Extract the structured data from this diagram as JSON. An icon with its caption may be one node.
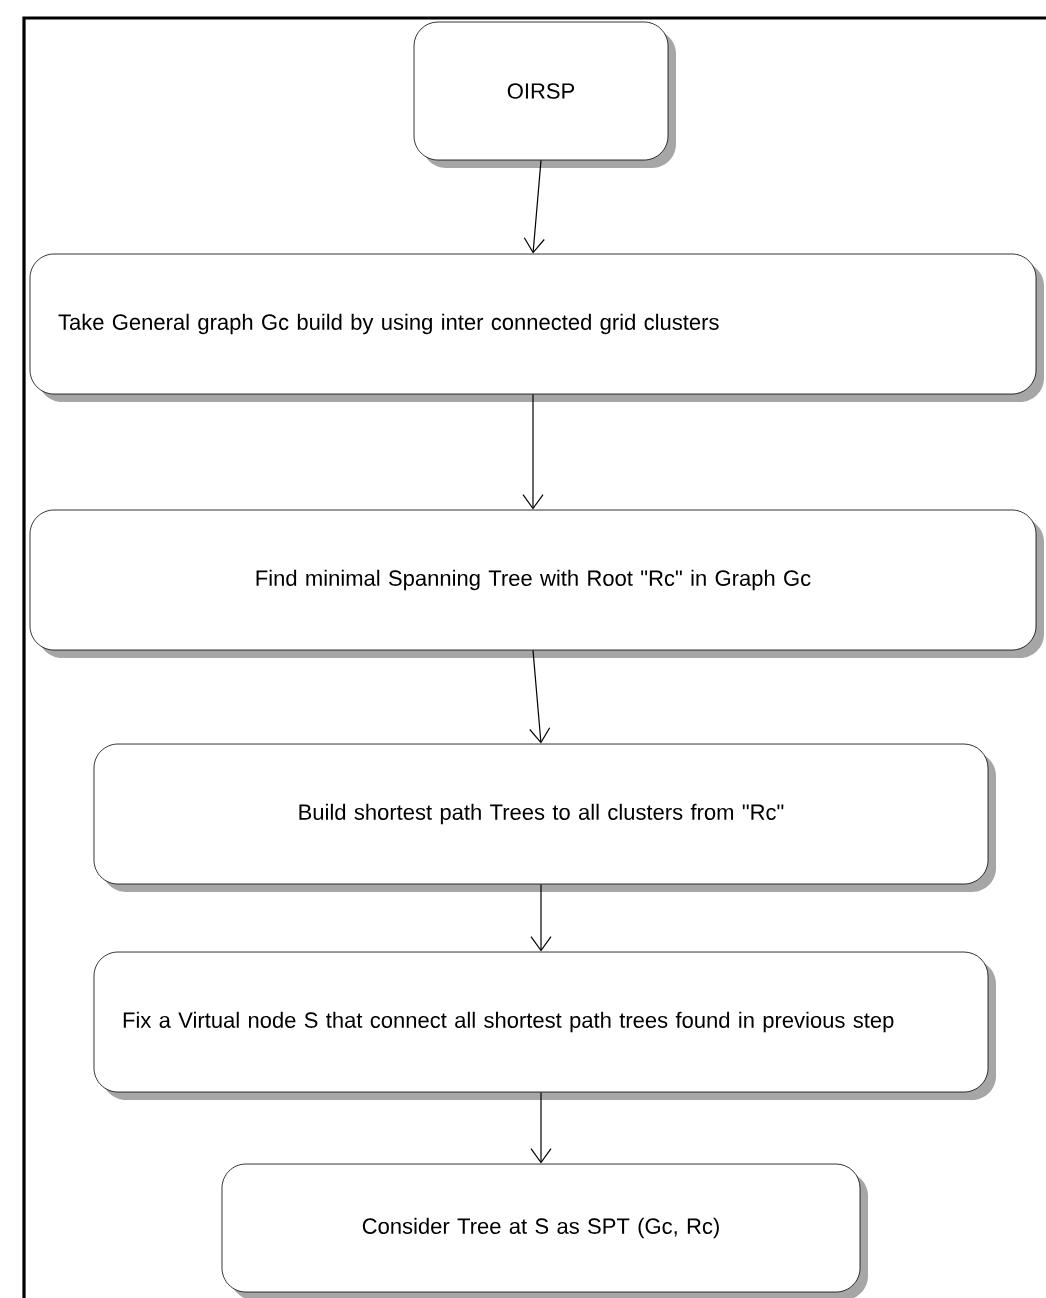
{
  "diagram": {
    "nodes": [
      {
        "text": [
          "OIRSP"
        ]
      },
      {
        "text": [
          "Take General graph Gc build by using inter connected grid clusters"
        ]
      },
      {
        "text": [
          "Find minimal Spanning Tree with Root \"Rc\" in Graph Gc"
        ]
      },
      {
        "text": [
          "Build shortest path Trees to all clusters from \"Rc\""
        ]
      },
      {
        "text": [
          "Fix a Virtual node S that connect all shortest path trees found in previous step"
        ]
      },
      {
        "text": [
          "Consider Tree at S as SPT (Gc, Rc)"
        ]
      }
    ],
    "edges": [
      {
        "from": 0,
        "to": 1,
        "arrow": "to"
      },
      {
        "from": 1,
        "to": 2,
        "arrow": "to"
      },
      {
        "from": 2,
        "to": 3,
        "arrow": "to"
      },
      {
        "from": 3,
        "to": 4,
        "arrow": "to"
      },
      {
        "from": 4,
        "to": 5,
        "arrow": "to"
      }
    ]
  }
}
